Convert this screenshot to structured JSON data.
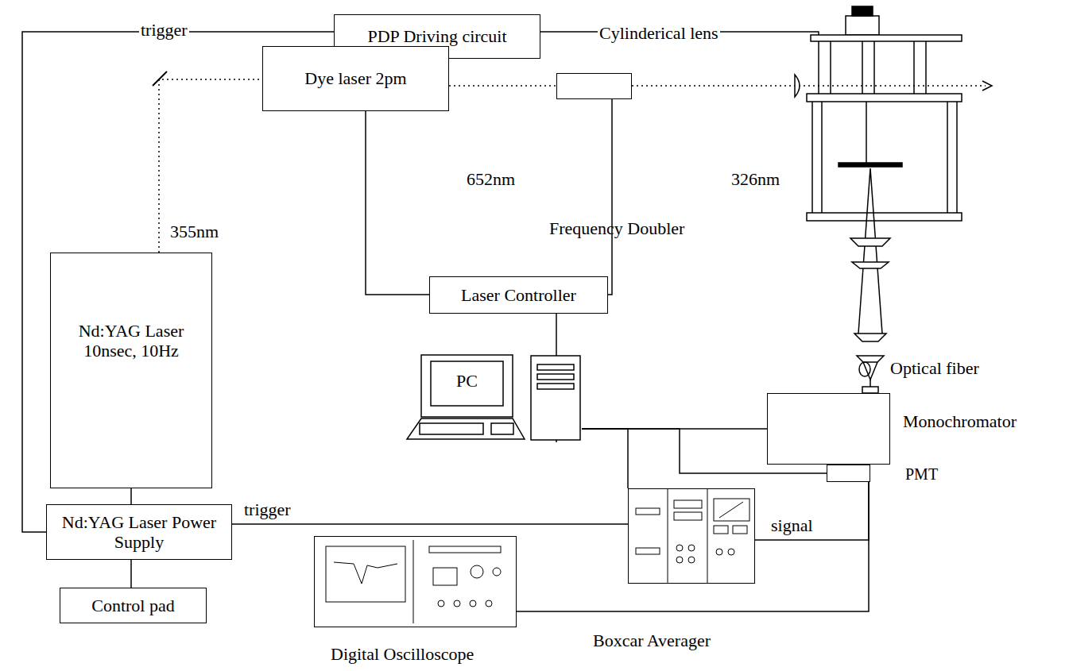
{
  "diagram": {
    "nodes": [
      {
        "text": [
          "PDP Driving circuit"
        ]
      },
      {
        "text": [
          "Dye laser 2pm"
        ]
      },
      {
        "text": [
          "Frequency Doubler"
        ]
      },
      {
        "text": [
          "Laser Controller"
        ]
      },
      {
        "text": [
          "Nd:YAG Laser 10nsec, 10Hz"
        ]
      },
      {
        "text": [
          "Nd:YAG Laser Power Supply"
        ]
      },
      {
        "text": [
          "Control pad"
        ]
      },
      {
        "text": [
          "PC"
        ]
      },
      {
        "text": [
          "Monochromator"
        ]
      },
      {
        "text": [
          "PMT"
        ]
      },
      {
        "text": [
          "Boxcar Averager"
        ]
      },
      {
        "text": [
          "Digital Oscilloscope"
        ]
      }
    ],
    "edges": [
      {
        "from": 5,
        "to": 0,
        "arrow": "none",
        "label": "trigger"
      },
      {
        "from": 4,
        "to": 1,
        "arrow": "none",
        "label": "355nm"
      },
      {
        "from": 1,
        "to": 2,
        "arrow": "none",
        "label": "652nm"
      },
      {
        "from": 1,
        "to": 3,
        "arrow": "none"
      },
      {
        "from": 2,
        "to": 3,
        "arrow": "none"
      },
      {
        "from": 3,
        "to": 7,
        "arrow": "none"
      },
      {
        "from": 7,
        "to": 10,
        "arrow": "none"
      },
      {
        "from": 7,
        "to": 8,
        "arrow": "none"
      },
      {
        "from": 7,
        "to": 9,
        "arrow": "none"
      },
      {
        "from": 5,
        "to": 10,
        "arrow": "none",
        "label": "trigger"
      },
      {
        "from": 9,
        "to": 10,
        "arrow": "none",
        "label": "signal"
      },
      {
        "from": 9,
        "to": 11,
        "arrow": "none"
      },
      {
        "from": 4,
        "to": 5,
        "arrow": "none"
      },
      {
        "from": 5,
        "to": 6,
        "arrow": "none"
      }
    ],
    "labels": [
      "Cylinderical lens",
      "326nm",
      "Optical fiber"
    ]
  }
}
